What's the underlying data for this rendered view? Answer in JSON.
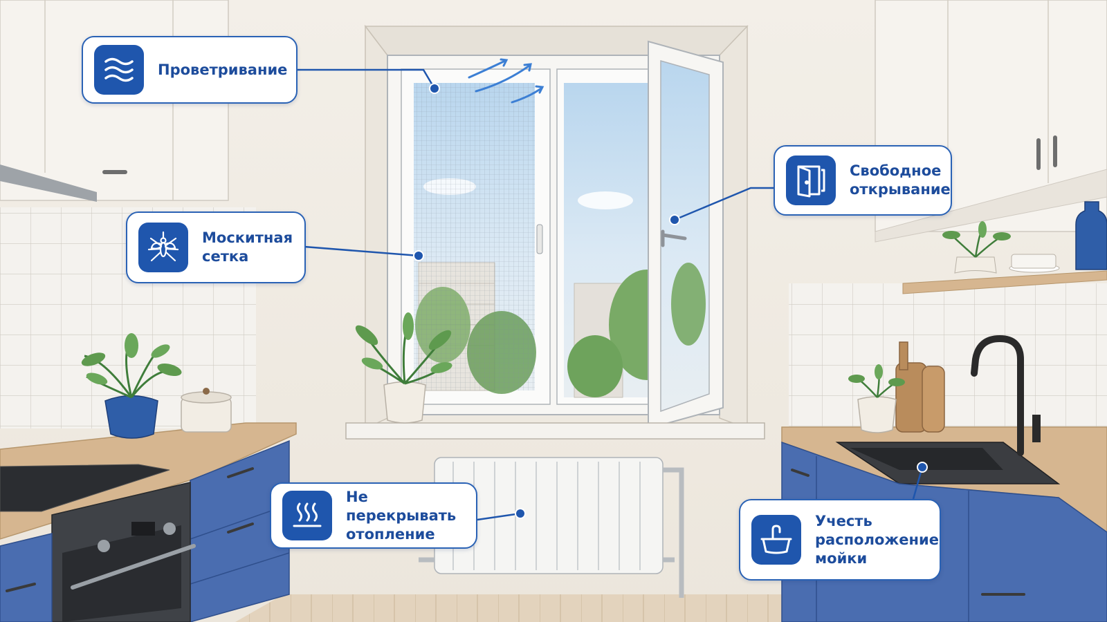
{
  "colors": {
    "accent": "#1f56ad",
    "label_text": "#1d4c9c",
    "callout_border": "#2a62b5",
    "cabinet_blue": "#4a6db0",
    "countertop": "#d6b690"
  },
  "callouts": {
    "ventilation": {
      "label": "Проветривание",
      "icon": "air-flow-icon"
    },
    "mosquito_net": {
      "label": "Москитная\nсетка",
      "icon": "mosquito-icon"
    },
    "free_opening": {
      "label": "Свободное\nоткрывание",
      "icon": "open-door-icon"
    },
    "heating": {
      "label": "Не перекрывать\nотопление",
      "icon": "heat-waves-icon"
    },
    "sink": {
      "label": "Учесть\nрасположение\nмойки",
      "icon": "sink-icon"
    }
  }
}
